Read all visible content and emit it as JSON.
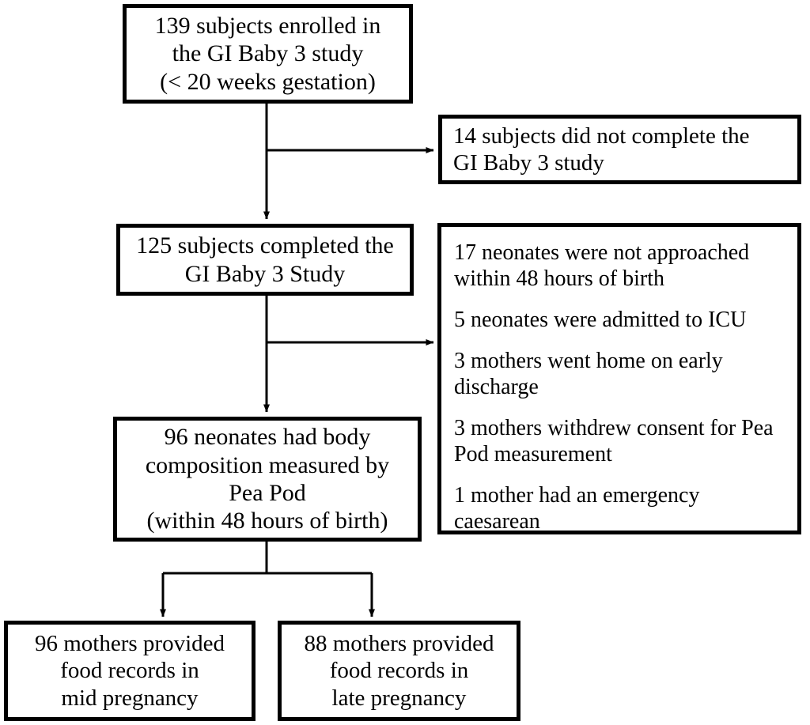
{
  "diagram": {
    "type": "flowchart",
    "title": "GI Baby 3 study participant flow",
    "colors": {
      "stroke": "#000000",
      "background": "#ffffff",
      "text": "#000000"
    },
    "nodes": {
      "enrolled": {
        "lines": [
          "139 subjects enrolled in",
          "the GI Baby 3 study",
          "(< 20 weeks gestation)"
        ]
      },
      "not_complete": {
        "lines": [
          "14 subjects did not complete the",
          "GI Baby 3 study"
        ]
      },
      "completed": {
        "lines": [
          "125 subjects completed the",
          "GI Baby 3 Study"
        ]
      },
      "exclusions": {
        "items": [
          "17 neonates were not approached within 48 hours of birth",
          "5 neonates were admitted to ICU",
          "3 mothers went home on early discharge",
          "3 mothers withdrew consent for Pea Pod measurement",
          "1 mother had an emergency caesarean"
        ]
      },
      "peapod": {
        "lines": [
          "96 neonates had body",
          "composition measured by",
          "Pea Pod",
          "(within 48 hours of birth)"
        ]
      },
      "mid_pregnancy": {
        "lines": [
          "96 mothers provided",
          "food records in",
          "mid pregnancy"
        ]
      },
      "late_pregnancy": {
        "lines": [
          "88 mothers provided",
          "food records in",
          "late pregnancy"
        ]
      }
    }
  }
}
